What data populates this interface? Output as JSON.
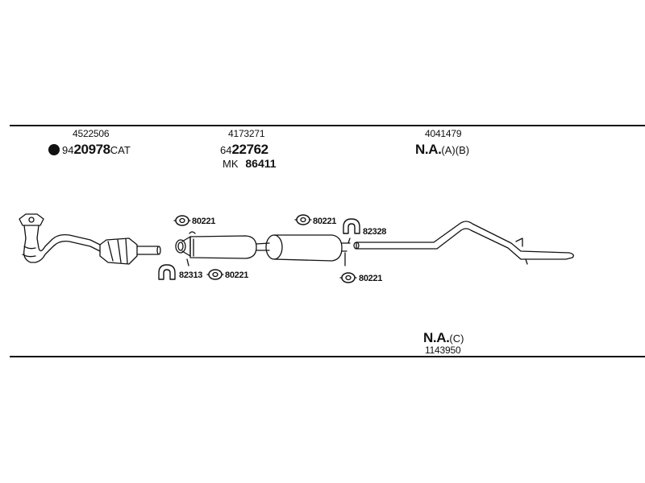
{
  "parts": {
    "cat": {
      "number": "4522506",
      "prefix": "94",
      "code": "20978",
      "suffix": "CAT"
    },
    "middle": {
      "number": "4173271",
      "prefix": "64",
      "code": "22762",
      "mk_label": "MK",
      "mk_number": "86411"
    },
    "rear": {
      "number": "4041479",
      "na": "N.A.",
      "variant": "(A)(B)"
    },
    "bottom": {
      "na": "N.A.",
      "variant": "(C)",
      "number": "1143950"
    }
  },
  "clamps": {
    "c1": "80221",
    "c2": "82313",
    "c3": "80221",
    "c4": "80221",
    "c5": "82328",
    "c6": "80221"
  }
}
